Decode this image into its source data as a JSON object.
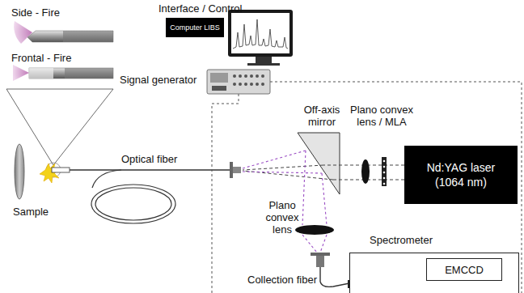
{
  "diagram": {
    "nodes": [
      {
        "text": [
          "Computer LIBS"
        ]
      },
      {
        "text": [
          "Nd:YAG laser (1064 nm)"
        ]
      },
      {
        "text": [
          "Spectrometer"
        ]
      },
      {
        "text": [
          "EMCCD"
        ],
        "in": 2
      }
    ],
    "labels": [
      "Side - Fire",
      "Frontal - Fire",
      "Sample",
      "Optical fiber",
      "Interface / Control",
      "Signal generator",
      "Off-axis mirror",
      "Plano convex lens / MLA",
      "Plano convex lens",
      "Collection fiber"
    ]
  }
}
